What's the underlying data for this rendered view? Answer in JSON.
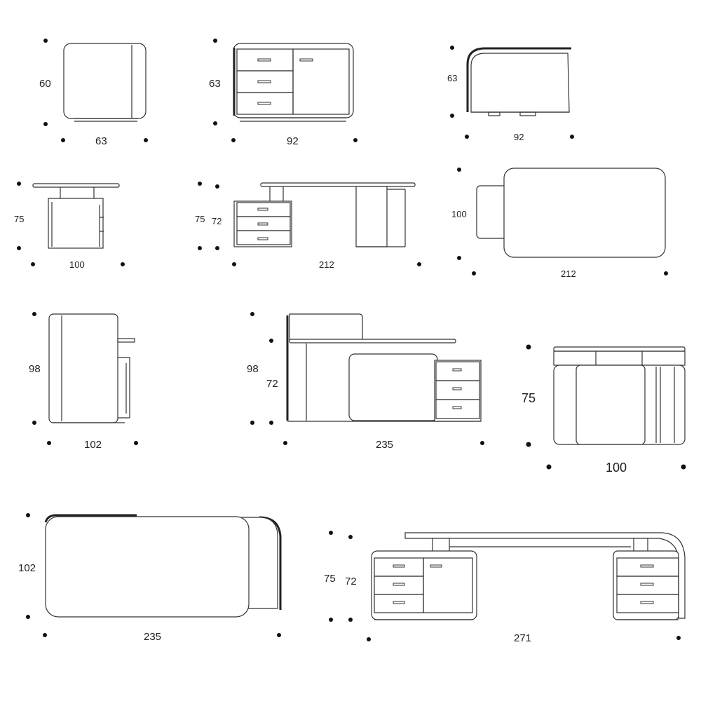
{
  "dimensions": {
    "r1_cabinet_side": {
      "height": "60",
      "width": "63"
    },
    "r1_cabinet_front": {
      "height": "63",
      "width": "92"
    },
    "r1_cabinet_side_curved": {
      "height": "63",
      "width": "92"
    },
    "r2_desk_side": {
      "height": "75",
      "width": "100"
    },
    "r2_desk_front": {
      "height_outer": "75",
      "height_inner": "72",
      "width": "212"
    },
    "r2_desk_top": {
      "depth": "100",
      "width": "212"
    },
    "r3_desk_side": {
      "height": "98",
      "width": "102"
    },
    "r3_desk_front": {
      "height_outer": "98",
      "height_inner": "72",
      "width": "235"
    },
    "r3_desk_back": {
      "height": "75",
      "width": "100"
    },
    "r4_desk_top": {
      "depth": "102",
      "width": "235"
    },
    "r4_desk_front": {
      "height_outer": "75",
      "height_inner": "72",
      "width": "271"
    }
  }
}
